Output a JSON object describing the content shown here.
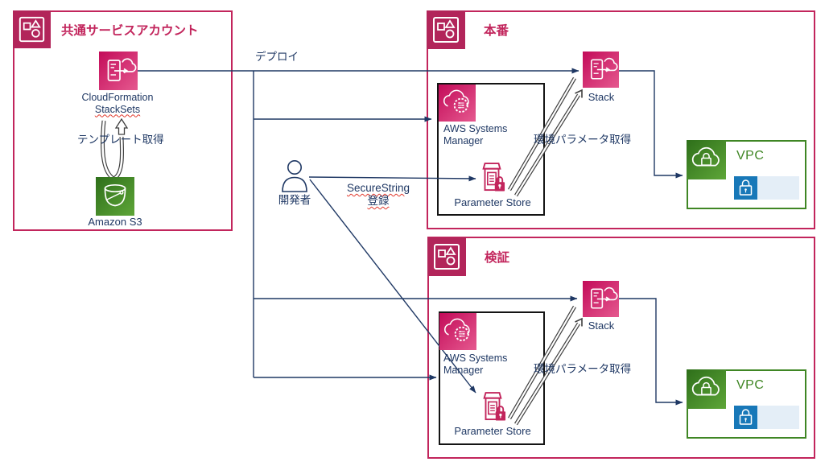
{
  "shared": {
    "title": "共通サービスアカウント",
    "cfn_line1": "CloudFormation",
    "cfn_line2": "StackSets",
    "template_fetch": "テンプレート取得",
    "s3_label": "Amazon S3"
  },
  "prod": {
    "title": "本番",
    "ssm_line1": "AWS Systems",
    "ssm_line2": "Manager",
    "parameter_store": "Parameter Store",
    "stack": "Stack",
    "vpc": "VPC",
    "env_param": "環境パラメータ取得"
  },
  "staging": {
    "title": "検証",
    "ssm_line1": "AWS Systems",
    "ssm_line2": "Manager",
    "parameter_store": "Parameter Store",
    "stack": "Stack",
    "vpc": "VPC",
    "env_param": "環境パラメータ取得"
  },
  "flow": {
    "deploy": "デプロイ",
    "developer": "開発者",
    "securestring_line1": "SecureString",
    "securestring_line2": "登録"
  },
  "colors": {
    "account_pink": "#C2255C",
    "icon_pink_dark": "#C30B59",
    "icon_pink_light": "#E5598F",
    "green_dark": "#2E6F1A",
    "green_light": "#5EA638",
    "vpc_green": "#3F8624",
    "line_navy": "#1F3864",
    "subnet_blue": "#1878B8",
    "subnet_strip": "#E4EEF7",
    "spellcheck_red": "#E23A2E"
  }
}
